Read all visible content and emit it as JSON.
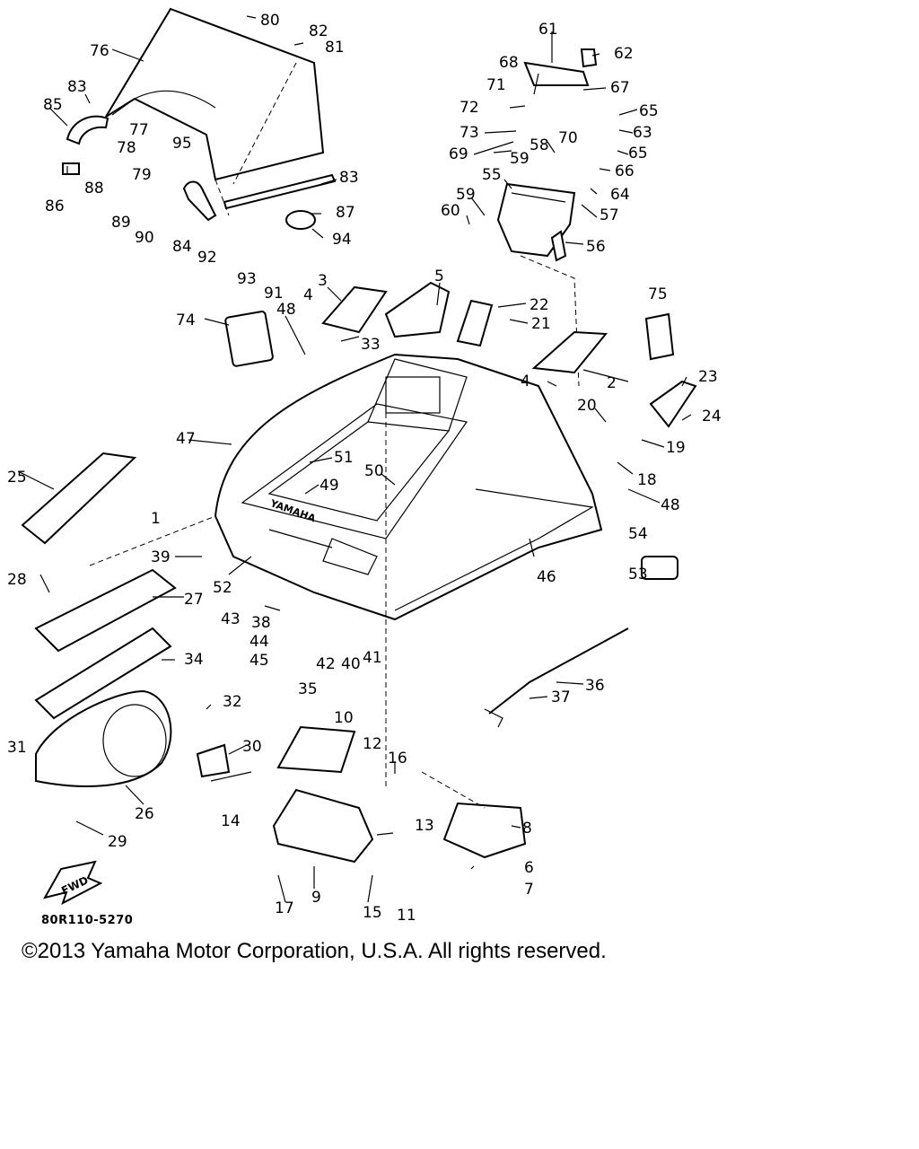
{
  "diagram": {
    "drawing_code": "80R110-5270",
    "direction_marker": "FWD",
    "brand_mark": "YAMAHA",
    "callouts": [
      "1",
      "2",
      "3",
      "4",
      "4",
      "5",
      "6",
      "7",
      "8",
      "9",
      "10",
      "11",
      "12",
      "13",
      "14",
      "15",
      "16",
      "17",
      "18",
      "19",
      "20",
      "21",
      "22",
      "23",
      "24",
      "25",
      "26",
      "27",
      "28",
      "29",
      "30",
      "31",
      "32",
      "33",
      "34",
      "35",
      "36",
      "37",
      "38",
      "39",
      "40",
      "41",
      "42",
      "43",
      "44",
      "45",
      "46",
      "47",
      "48",
      "48",
      "49",
      "50",
      "51",
      "52",
      "53",
      "54",
      "55",
      "56",
      "57",
      "58",
      "59",
      "59",
      "60",
      "61",
      "62",
      "63",
      "64",
      "65",
      "65",
      "66",
      "67",
      "68",
      "69",
      "70",
      "71",
      "72",
      "73",
      "74",
      "75",
      "76",
      "77",
      "78",
      "79",
      "80",
      "81",
      "82",
      "83",
      "83",
      "84",
      "85",
      "86",
      "87",
      "88",
      "89",
      "90",
      "91",
      "92",
      "93",
      "94",
      "95"
    ]
  },
  "footer": {
    "copyright": "©2013 Yamaha Motor Corporation, U.S.A. All rights reserved."
  }
}
